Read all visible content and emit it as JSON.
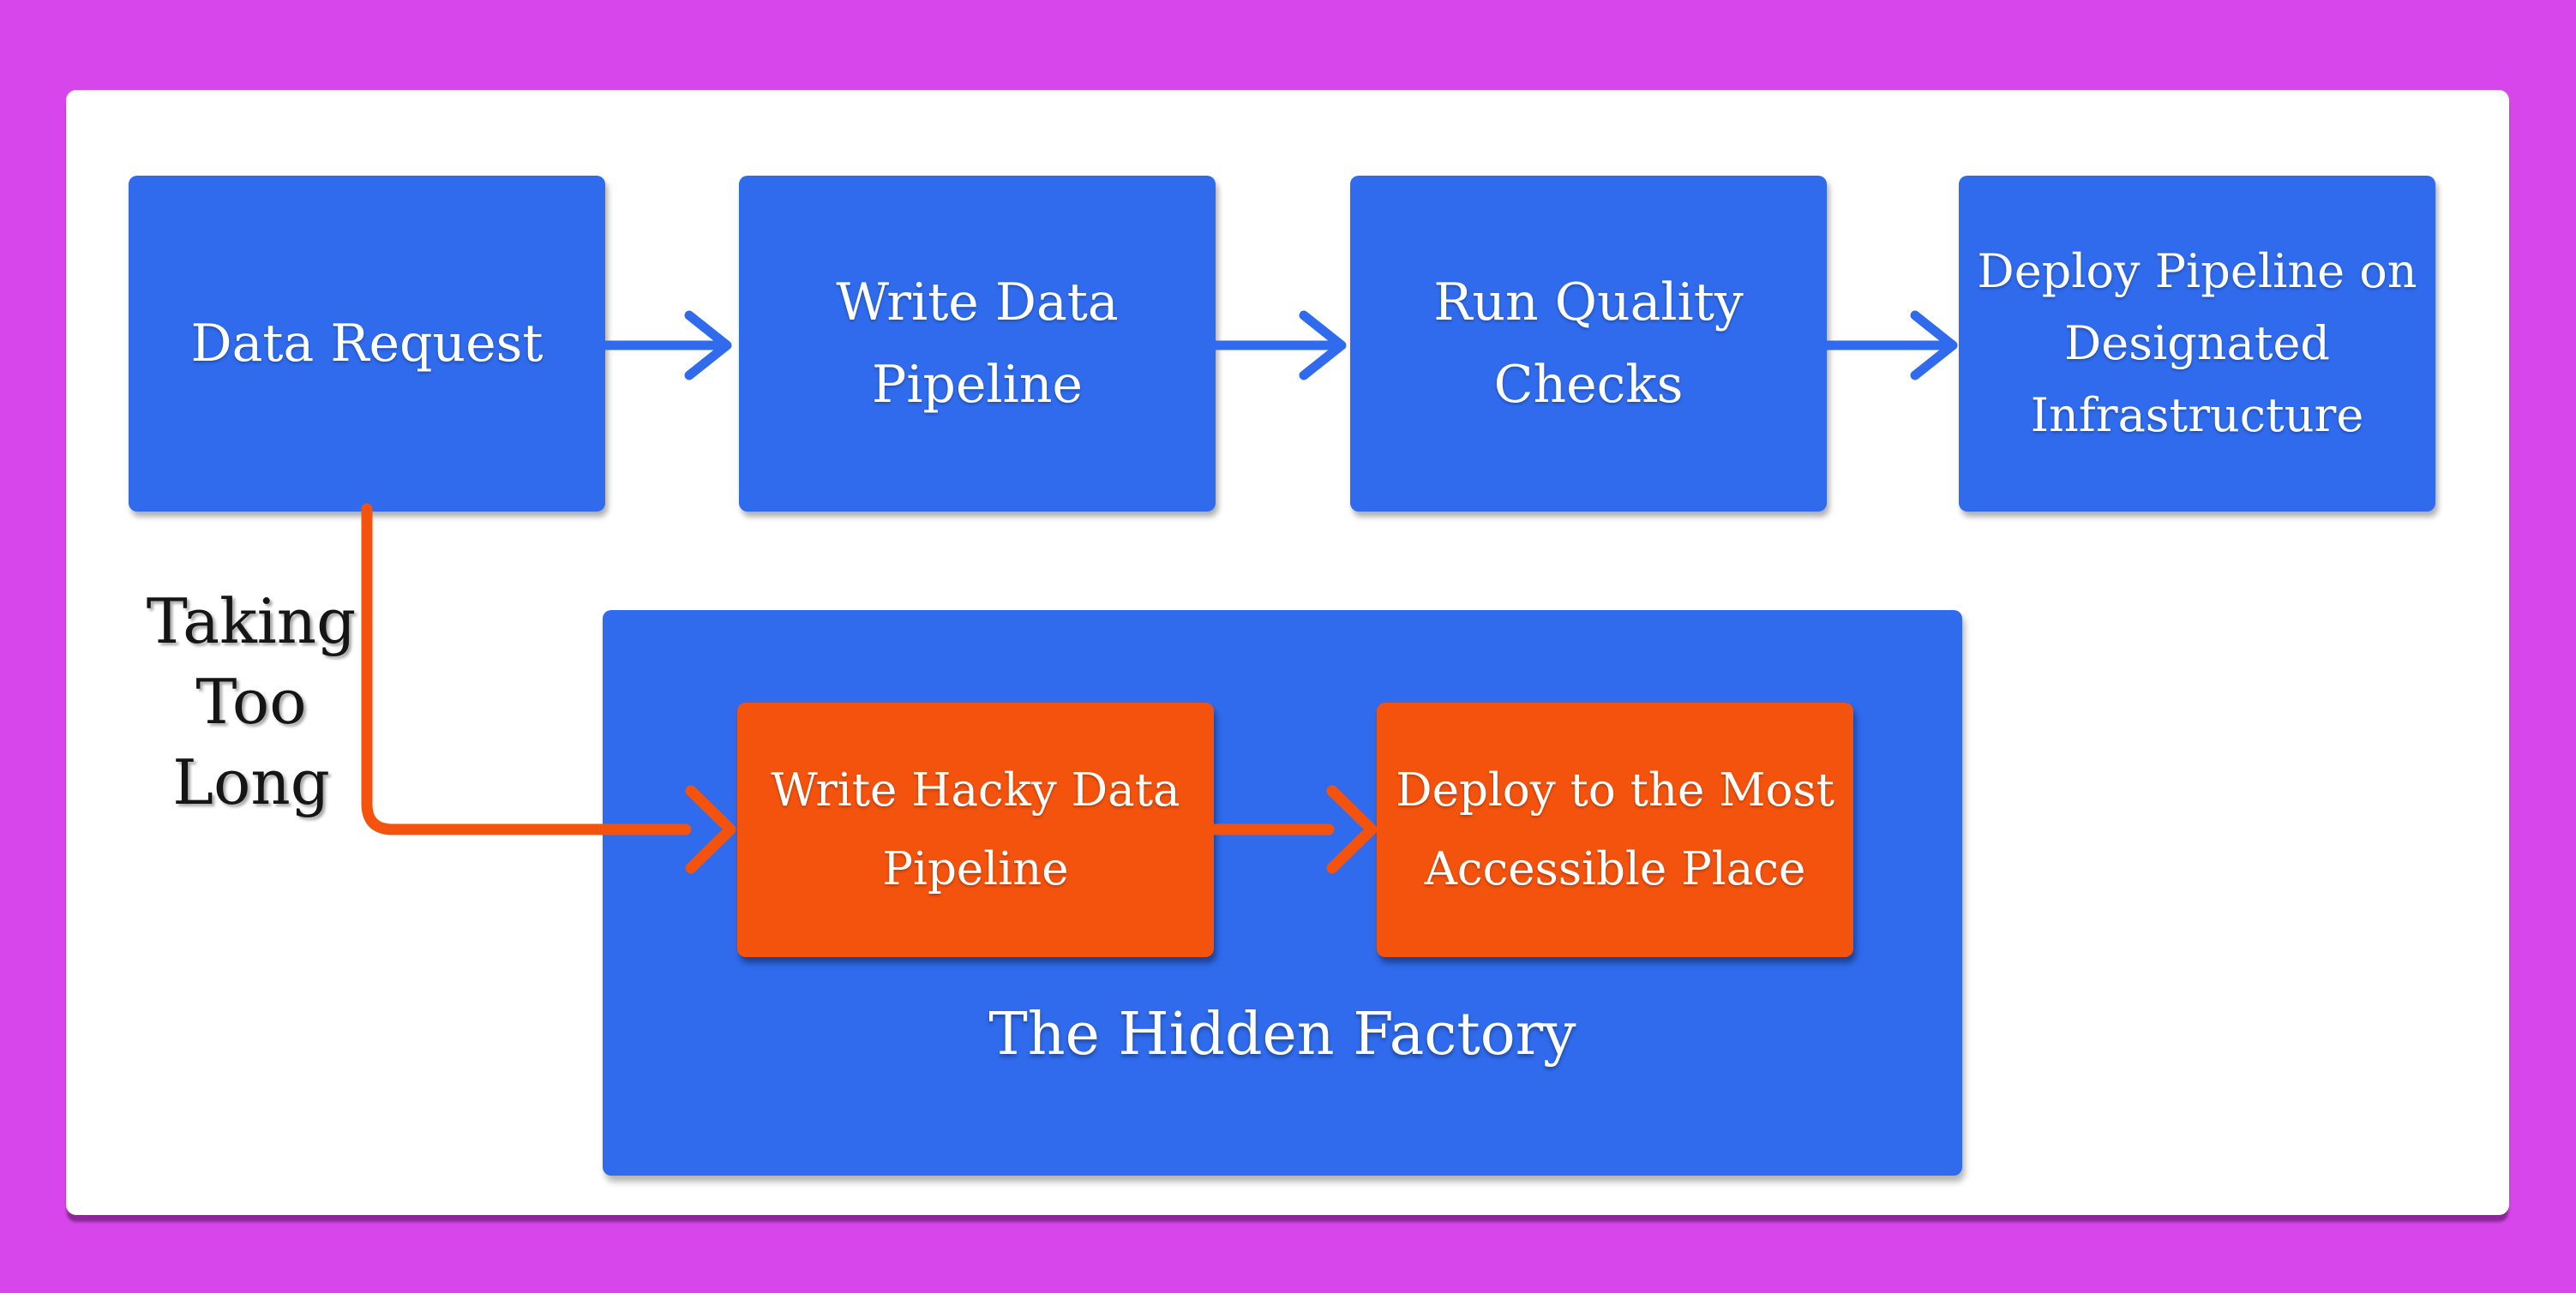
{
  "colors": {
    "frame_magenta": "#d746ea",
    "process_blue": "#2f6bec",
    "hack_orange": "#f4530e",
    "text_white": "#ffffff",
    "text_black": "#151515"
  },
  "main_flow": {
    "boxes": [
      {
        "label": "Data Request",
        "lines": [
          "Data Request"
        ]
      },
      {
        "label": "Write Data Pipeline",
        "lines": [
          "Write Data",
          "Pipeline"
        ]
      },
      {
        "label": "Run Quality Checks",
        "lines": [
          "Run Quality",
          "Checks"
        ]
      },
      {
        "label": "Deploy Pipeline on Designated Infrastructure",
        "lines": [
          "Deploy Pipeline on",
          "Designated",
          "Infrastructure"
        ]
      }
    ]
  },
  "branch": {
    "label": "Taking Too Long",
    "lines": [
      "Taking",
      "Too",
      "Long"
    ]
  },
  "hidden_factory": {
    "title": "The Hidden Factory",
    "boxes": [
      {
        "label": "Write Hacky Data Pipeline",
        "lines": [
          "Write Hacky Data",
          "Pipeline"
        ]
      },
      {
        "label": "Deploy to the Most Accessible Place",
        "lines": [
          "Deploy to the Most",
          "Accessible Place"
        ]
      }
    ]
  }
}
